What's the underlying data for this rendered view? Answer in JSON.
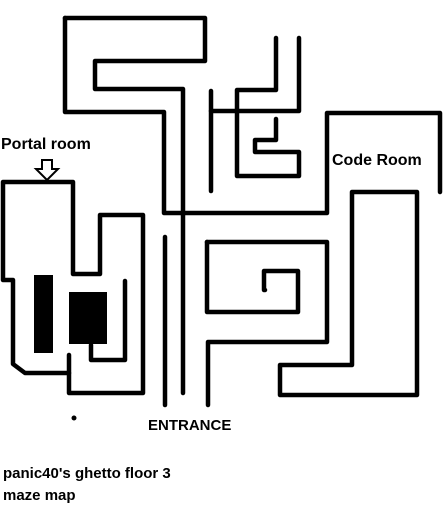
{
  "labels": {
    "portal_room": "Portal room",
    "code_room": "Code Room",
    "entrance": "ENTRANCE"
  },
  "caption": {
    "line1": "panic40's ghetto floor 3",
    "line2": "maze map"
  },
  "colors": {
    "background": "#ffffff",
    "ink": "#000000"
  },
  "icons": {
    "portal_arrow": "down-arrow-icon"
  }
}
